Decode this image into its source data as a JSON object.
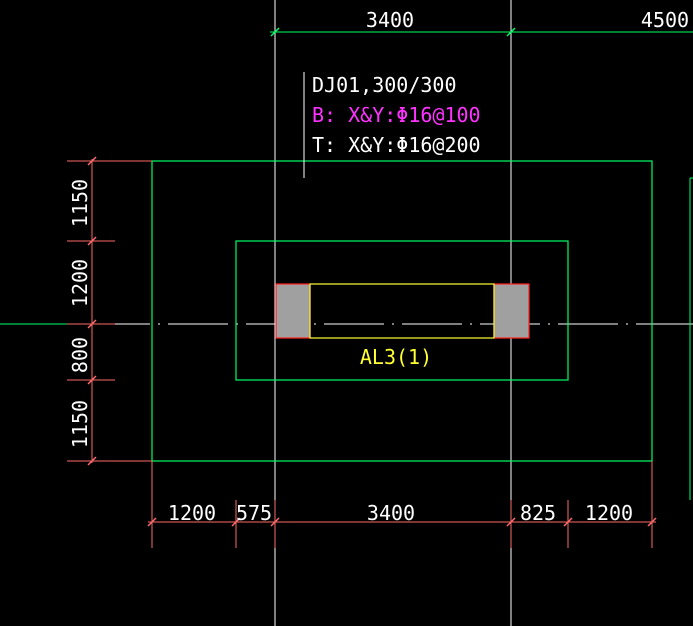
{
  "colors": {
    "background": "#000000",
    "grid_line": "#ffffff",
    "center_line": "#ffffff",
    "footing_outline": "#00ff66",
    "dimension_line": "#ff6a6a",
    "column_fill": "#a0a0a0",
    "column_outline": "#ff2020",
    "beam_outline": "#ffff33",
    "text_white": "#ffffff",
    "text_magenta": "#ff33ff",
    "text_yellow": "#ffff33"
  },
  "dimensions_top": {
    "span_1": "3400",
    "span_2": "4500"
  },
  "dimensions_left": {
    "d1": "1150",
    "d2": "1200",
    "d3": "800",
    "d4": "1150"
  },
  "dimensions_bottom": {
    "d1": "1200",
    "d2": "575",
    "d3": "3400",
    "d4": "825",
    "d5": "1200"
  },
  "footing_note": {
    "line1": "DJ01,300/300",
    "line2": "B: X&Y:Φ16@100",
    "line3": "T: X&Y:Φ16@200"
  },
  "beam_label": "AL3(1)"
}
